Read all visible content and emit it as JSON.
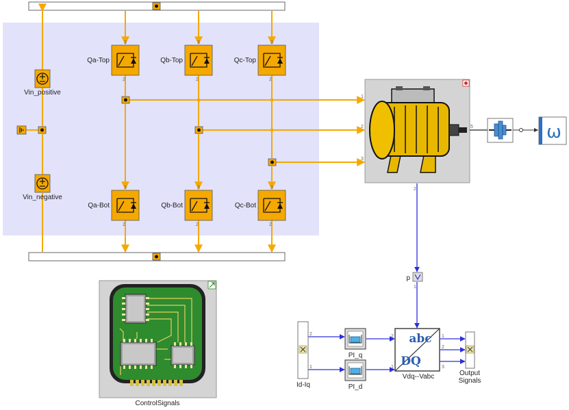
{
  "labels": {
    "vin_positive": "Vin_positive",
    "vin_negative": "Vin_negative",
    "qa_top": "Qa-Top",
    "qb_top": "Qb-Top",
    "qc_top": "Qc-Top",
    "qa_bot": "Qa-Bot",
    "qb_bot": "Qb-Bot",
    "qc_bot": "Qc-Bot",
    "control_signals": "ControlSignals",
    "pi_q": "PI_q",
    "pi_d": "PI_d",
    "vdq_vabc": "Vdq--Vabc",
    "id_iq": "Id-Iq",
    "output_signals_line1": "Output",
    "output_signals_line2": "Signals",
    "p": "p",
    "abc": "abc",
    "dq": "DQ",
    "omega": "ω"
  },
  "pins": {
    "sw_top_in": "3",
    "sw_bottom_out": "2",
    "motor_a": "1",
    "motor_b": "2",
    "motor_c": "3",
    "motor_shaft": "5",
    "motor_bottom": "2",
    "p_in": "1",
    "idiq_top": "2",
    "idiq_bottom": "1",
    "conv_in_top": "2",
    "conv_in_bottom": "1",
    "conv_out_1": "1",
    "conv_out_2": "2",
    "conv_out_3": "3"
  },
  "colors": {
    "power_wire": "#f5a800",
    "signal_wire": "#2d2de0",
    "switch_fill": "#f5a800",
    "subsystem_bg": "#e2e2fa",
    "motor_body": "#e8b800"
  },
  "icons": {
    "switch": "igbt-switch-icon",
    "source": "dc-source-icon",
    "ground": "ground-icon",
    "motor": "pm-motor-icon",
    "sensor": "speed-sensor-icon",
    "omega": "omega-display-icon",
    "pcb": "pcb-chip-icon",
    "pi": "pi-controller-icon",
    "converter": "dq-abc-converter-icon"
  }
}
